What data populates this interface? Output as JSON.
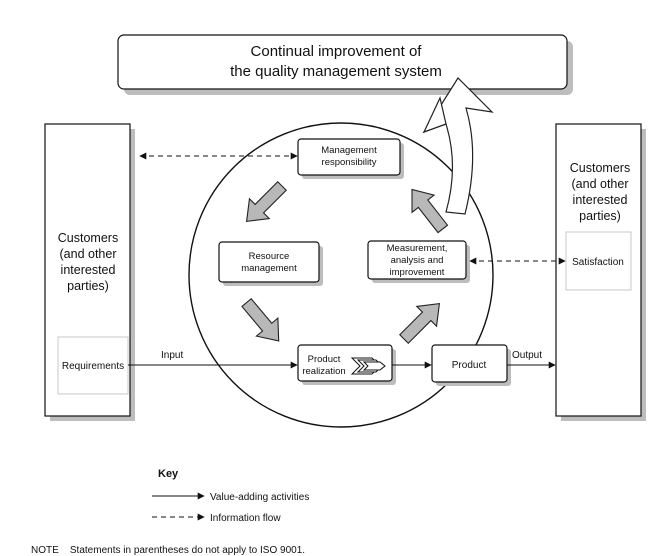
{
  "title": {
    "line1": "Continual improvement of",
    "line2": "the quality management system"
  },
  "customers_left": {
    "lines": [
      "Customers",
      "(and other",
      "interested",
      "parties)"
    ],
    "box_label": "Requirements"
  },
  "customers_right": {
    "lines": [
      "Customers",
      "(and other",
      "interested",
      "parties)"
    ],
    "box_label": "Satisfaction"
  },
  "processes": {
    "management": [
      "Management",
      "responsibility"
    ],
    "resource": [
      "Resource",
      "management"
    ],
    "measurement": [
      "Measurement,",
      "analysis and",
      "improvement"
    ],
    "realization": [
      "Product",
      "realization"
    ],
    "product": "Product"
  },
  "flow_labels": {
    "input": "Input",
    "output": "Output"
  },
  "key": {
    "title": "Key",
    "value_adding": "Value-adding activities",
    "information_flow": "Information flow"
  },
  "note": "NOTE    Statements in parentheses do not apply to ISO 9001."
}
